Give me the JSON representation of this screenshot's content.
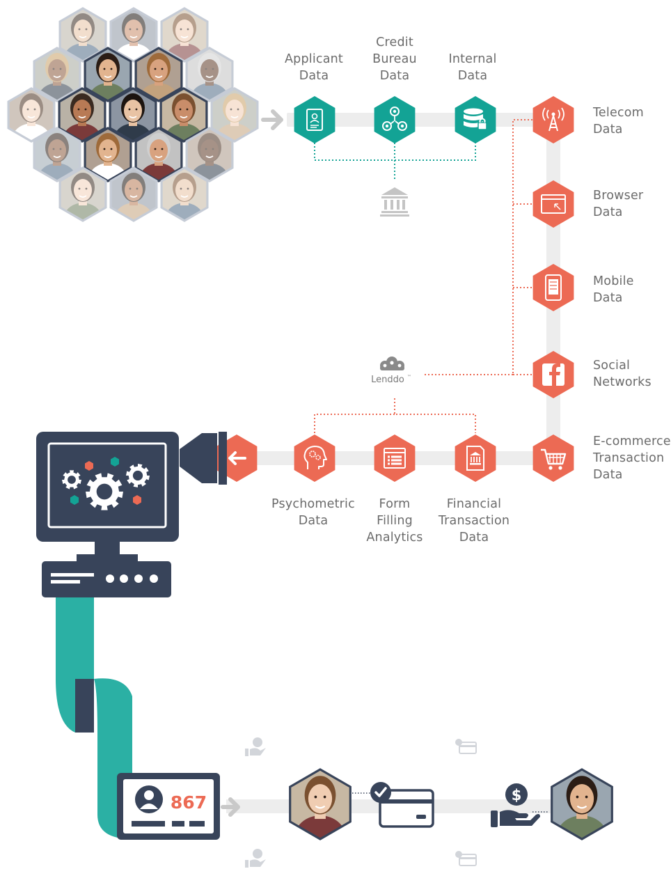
{
  "colors": {
    "teal": "#13a395",
    "coral": "#ec6a54",
    "navy": "#38445a",
    "track": "#ededed",
    "arrow": "#c9c9c9",
    "text": "#6b6b6b",
    "ribbon": "#2bb0a4"
  },
  "top_sources": [
    {
      "label": "Applicant\nData",
      "icon": "applicant-document-icon"
    },
    {
      "label": "Credit\nBureau\nData",
      "icon": "credit-bureau-network-icon"
    },
    {
      "label": "Internal\nData",
      "icon": "database-lock-icon"
    }
  ],
  "right_sources": [
    {
      "label": "Telecom\nData",
      "icon": "cell-tower-icon"
    },
    {
      "label": "Browser\nData",
      "icon": "browser-window-icon"
    },
    {
      "label": "Mobile\nData",
      "icon": "mobile-phone-icon"
    },
    {
      "label": "Social\nNetworks",
      "icon": "facebook-icon"
    },
    {
      "label": "E-commerce\nTransaction\nData",
      "icon": "shopping-cart-icon"
    }
  ],
  "bottom_sources": [
    {
      "label": "Psychometric\nData",
      "icon": "brain-gears-icon"
    },
    {
      "label": "Form\nFilling\nAnalytics",
      "icon": "form-list-icon"
    },
    {
      "label": "Financial\nTransaction\nData",
      "icon": "bank-document-icon"
    }
  ],
  "bank_icon": "bank-building-icon",
  "brand": {
    "name": "Lenddo",
    "tm": "™",
    "icon": "cloud-people-icon"
  },
  "score": {
    "value": "867"
  },
  "outcome_icons": [
    "credit-card-check-icon",
    "hand-dollar-icon"
  ]
}
